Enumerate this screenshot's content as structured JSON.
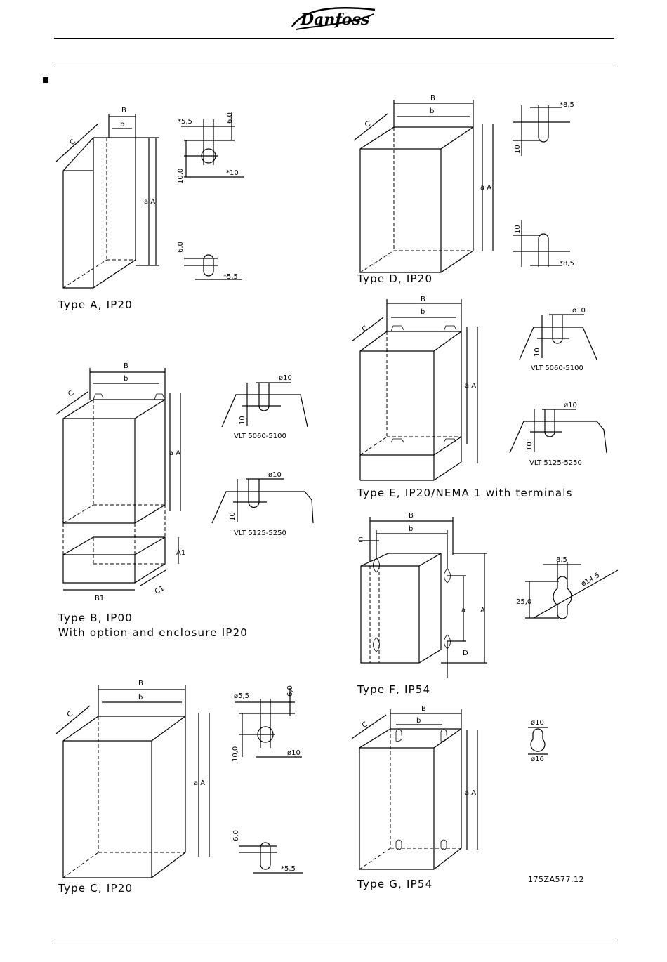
{
  "header": {
    "brand": "Danfoss"
  },
  "figures": {
    "type_a": {
      "caption": "Type A, IP20",
      "labels": {
        "B": "B",
        "b": "b",
        "C": "C",
        "aA": "a A"
      },
      "detail": {
        "top_w": "*5,5",
        "top_h": "6,0",
        "slot": "10,0",
        "hole": "*10",
        "bot_h": "6,0",
        "bot_w": "*5,5"
      }
    },
    "type_b": {
      "caption_line1": "Type B, IP00",
      "caption_line2": "With option and enclosure IP20",
      "labels": {
        "B": "B",
        "b": "b",
        "C": "C",
        "aA": "a A",
        "A1": "A1",
        "B1": "B1",
        "C1": "C1"
      },
      "detail1": {
        "dia": "ø10",
        "h": "10",
        "caption": "VLT 5060-5100"
      },
      "detail2": {
        "dia": "ø10",
        "h": "10",
        "caption": "VLT 5125-5250"
      }
    },
    "type_c": {
      "caption": "Type C, IP20",
      "labels": {
        "B": "B",
        "b": "b",
        "C": "C",
        "aA": "a A"
      },
      "detail": {
        "top_w": "ø5,5",
        "top_h": "6,0",
        "slot": "10,0",
        "hole": "ø10",
        "bot_h": "6,0",
        "bot_w": "*5,5"
      }
    },
    "type_d": {
      "caption": "Type D, IP20",
      "labels": {
        "B": "B",
        "b": "b",
        "C": "C",
        "aA": "a A"
      },
      "detail": {
        "top_w": "*8,5",
        "top_h": "10",
        "bot_h": "10",
        "bot_w": "*8,5"
      }
    },
    "type_e": {
      "caption": "Type E, IP20/NEMA 1 with terminals",
      "labels": {
        "B": "B",
        "b": "b",
        "C": "C",
        "aA": "a A"
      },
      "detail1": {
        "dia": "ø10",
        "h": "10",
        "caption": "VLT 5060-5100"
      },
      "detail2": {
        "dia": "ø10",
        "h": "10",
        "caption": "VLT 5125-5250"
      }
    },
    "type_f": {
      "caption": "Type F, IP54",
      "labels": {
        "B": "B",
        "b": "b",
        "C": "C",
        "a": "a",
        "A": "A",
        "D": "D"
      },
      "detail": {
        "w": "8,5",
        "dia": "ø14,5",
        "h": "25,0"
      }
    },
    "type_g": {
      "caption": "Type G, IP54",
      "labels": {
        "B": "B",
        "b": "b",
        "C": "C",
        "aA": "a A"
      },
      "detail": {
        "top": "ø10",
        "bot": "ø16"
      }
    }
  },
  "drawing_number": "175ZA577.12"
}
